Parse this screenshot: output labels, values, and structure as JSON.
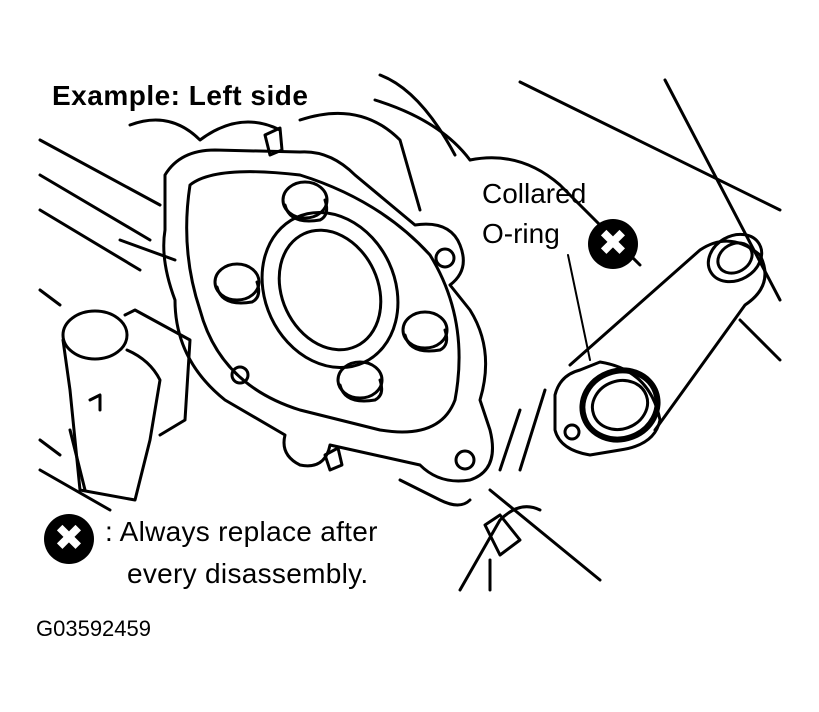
{
  "diagram": {
    "title": "Example: Left side",
    "callout": {
      "line1": "Collared",
      "line2": "O-ring",
      "symbol": "✖"
    },
    "legend": {
      "symbol": "✖",
      "line1": ": Always replace after",
      "line2": "every disassembly."
    },
    "figure_id": "G03592459"
  },
  "colors": {
    "line": "#000000",
    "background": "#ffffff"
  }
}
